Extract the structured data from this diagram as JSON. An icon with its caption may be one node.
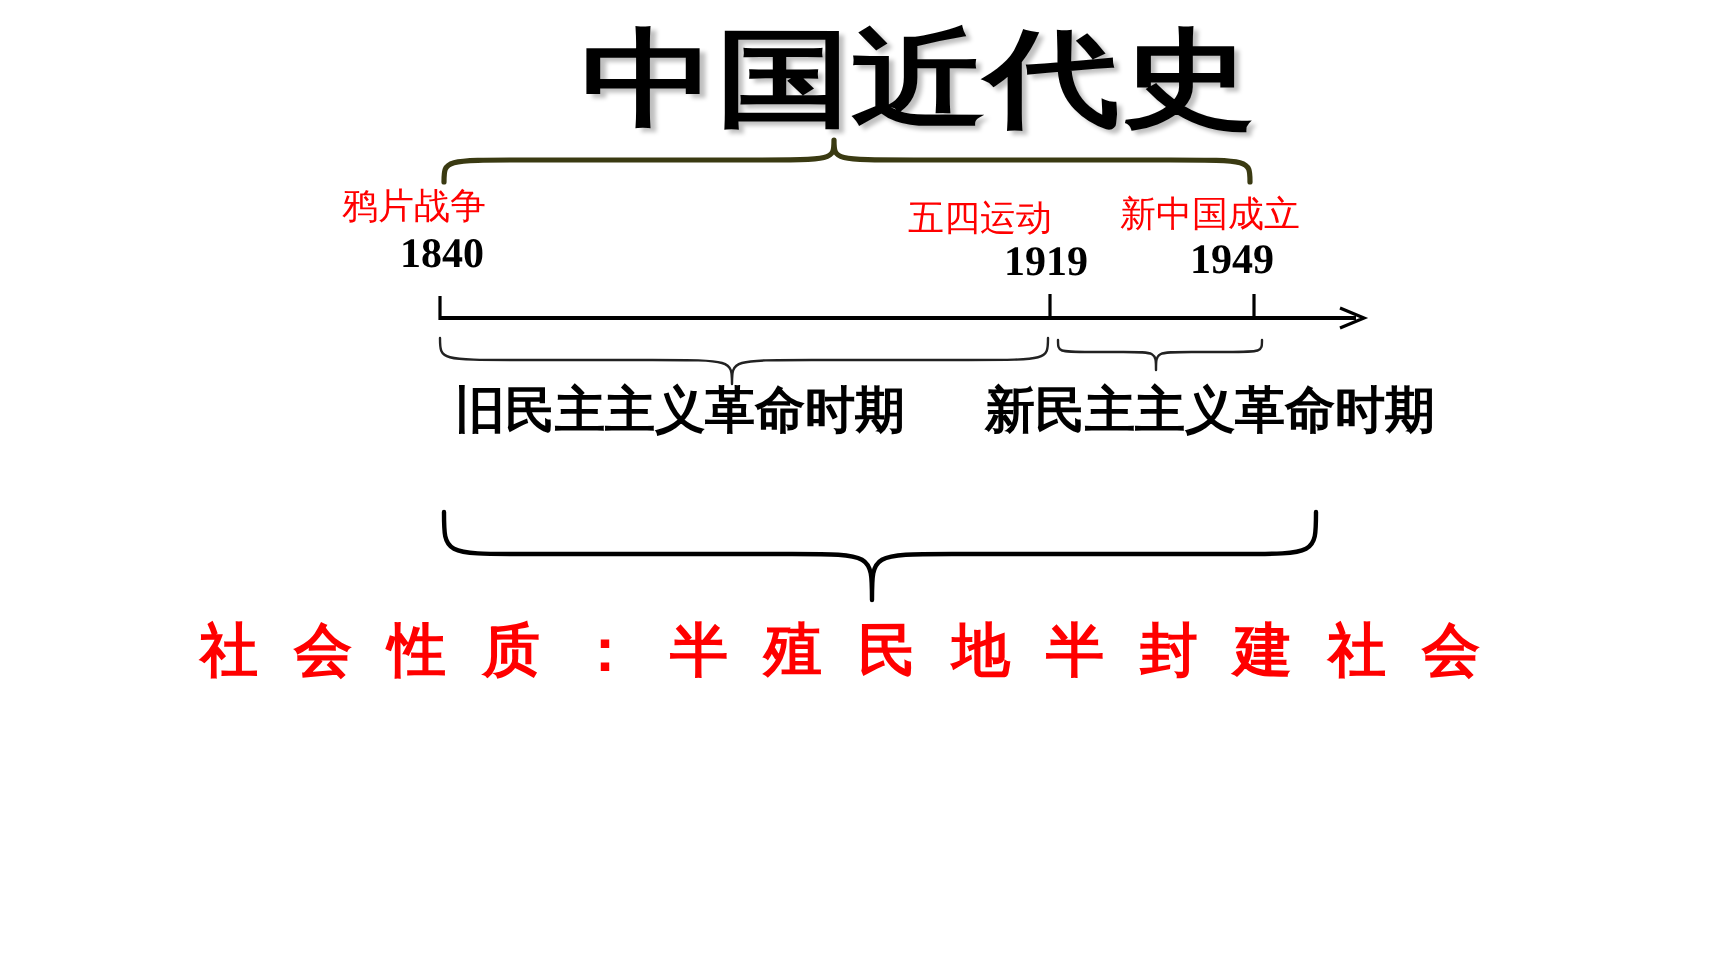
{
  "diagram": {
    "title": "中国近代史",
    "labels": [
      "鸦片战争",
      "1840",
      "五四运动",
      "1919",
      "新中国成立",
      "1949",
      "旧民主主义革命时期",
      "新民主主义革命时期",
      "社会性质：半殖民地半封建社会"
    ]
  }
}
